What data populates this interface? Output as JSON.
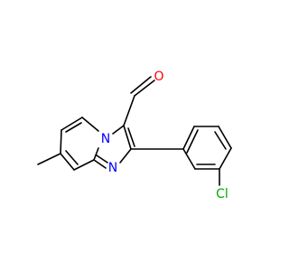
{
  "molecule": {
    "atoms": [
      {
        "symbol": "O",
        "color": "#ff0000"
      },
      {
        "symbol": "N",
        "color": "#0000ff"
      },
      {
        "symbol": "N",
        "color": "#0000ff"
      },
      {
        "symbol": "Cl",
        "color": "#00aa00"
      }
    ]
  }
}
